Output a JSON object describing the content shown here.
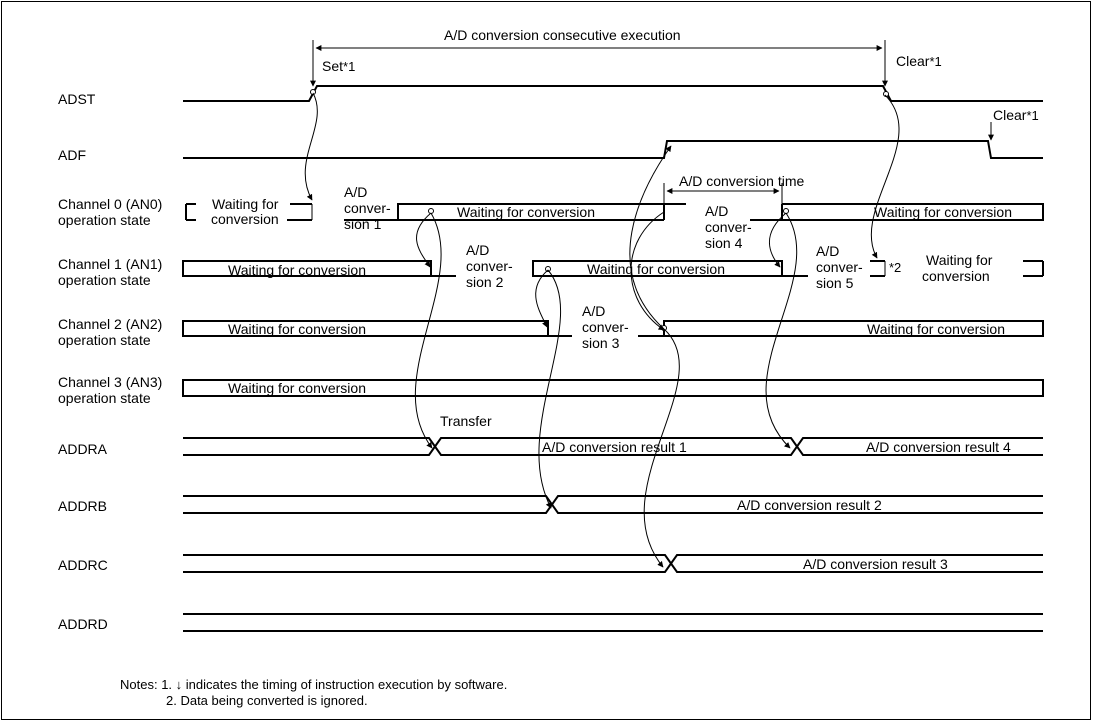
{
  "signals": {
    "adst": "ADST",
    "adf": "ADF",
    "ch0": [
      "Channel 0 (AN0)",
      "operation state"
    ],
    "ch1": [
      "Channel 1 (AN1)",
      "operation state"
    ],
    "ch2": [
      "Channel 2 (AN2)",
      "operation state"
    ],
    "ch3": [
      "Channel 3 (AN3)",
      "operation state"
    ],
    "addra": "ADDRA",
    "addrb": "ADDRB",
    "addrc": "ADDRC",
    "addrd": "ADDRD"
  },
  "annotations": {
    "consecutive": "A/D conversion consecutive execution",
    "set": "Set",
    "clear": "Clear",
    "note_mark": "*1",
    "conv_time": "A/D conversion time",
    "transfer": "Transfer",
    "ignored_mark": "*2"
  },
  "states": {
    "waiting": "Waiting for conversion",
    "waiting_for": "Waiting for",
    "conversion": "conversion",
    "conv_1": [
      "A/D",
      "conver-",
      "sion 1"
    ],
    "conv_2": [
      "A/D",
      "conver-",
      "sion 2"
    ],
    "conv_3": [
      "A/D",
      "conver-",
      "sion 3"
    ],
    "conv_4": [
      "A/D",
      "conver-",
      "sion 4"
    ],
    "conv_5": [
      "A/D",
      "conver-",
      "sion 5"
    ]
  },
  "results": {
    "r1": "A/D conversion result 1",
    "r2": "A/D conversion result 2",
    "r3": "A/D conversion result 3",
    "r4": "A/D conversion result 4"
  },
  "notes": {
    "prefix": "Notes:",
    "note1": "1. ↓ indicates the timing of instruction execution by software.",
    "note2": "2. Data being converted is ignored."
  }
}
